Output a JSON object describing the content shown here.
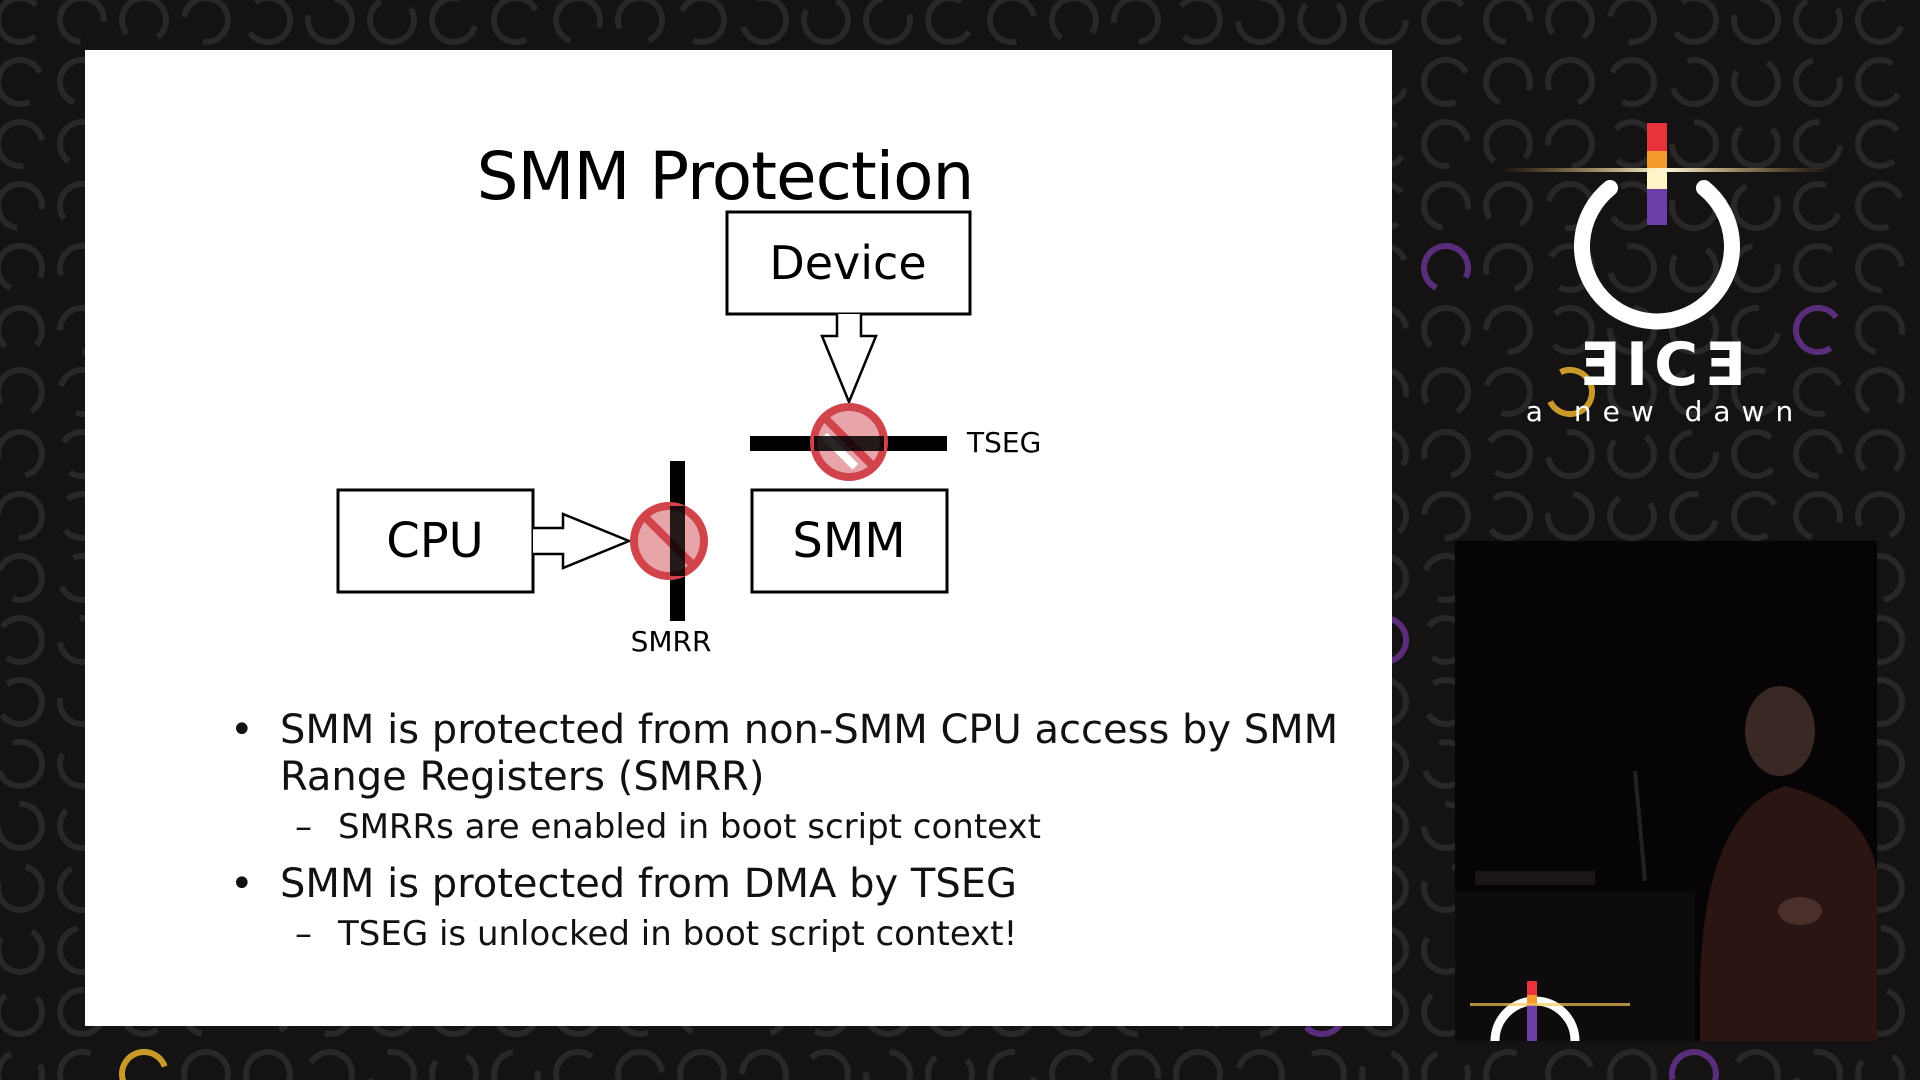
{
  "slide": {
    "title": "SMM Protection",
    "diagram": {
      "device_label": "Device",
      "cpu_label": "CPU",
      "smm_label": "SMM",
      "tseg_label": "TSEG",
      "smrr_label": "SMRR"
    },
    "bullets": [
      {
        "text": "SMM is protected from non-SMM CPU access by SMM Range Registers (SMRR)",
        "sub": "SMRRs are enabled in boot script context"
      },
      {
        "text": "SMM is protected from DMA by TSEG",
        "sub": "TSEG is unlocked in boot script context!"
      }
    ],
    "bullet_glyph": "•",
    "dash_glyph": "–"
  },
  "brand": {
    "wordmark": "ƎICƎ",
    "tagline": "a new dawn",
    "colors": {
      "red": "#e8323c",
      "orange": "#f29a2e",
      "purple": "#6c3fa8",
      "gold": "#f7c65a"
    }
  },
  "colors": {
    "prohibit_red": "#d2444c",
    "prohibit_fill": "#e7a5aa",
    "background": "#141213",
    "pattern_gray": "#2a2728",
    "pattern_purple": "#5a2d7a",
    "pattern_gold": "#c99a2a"
  }
}
